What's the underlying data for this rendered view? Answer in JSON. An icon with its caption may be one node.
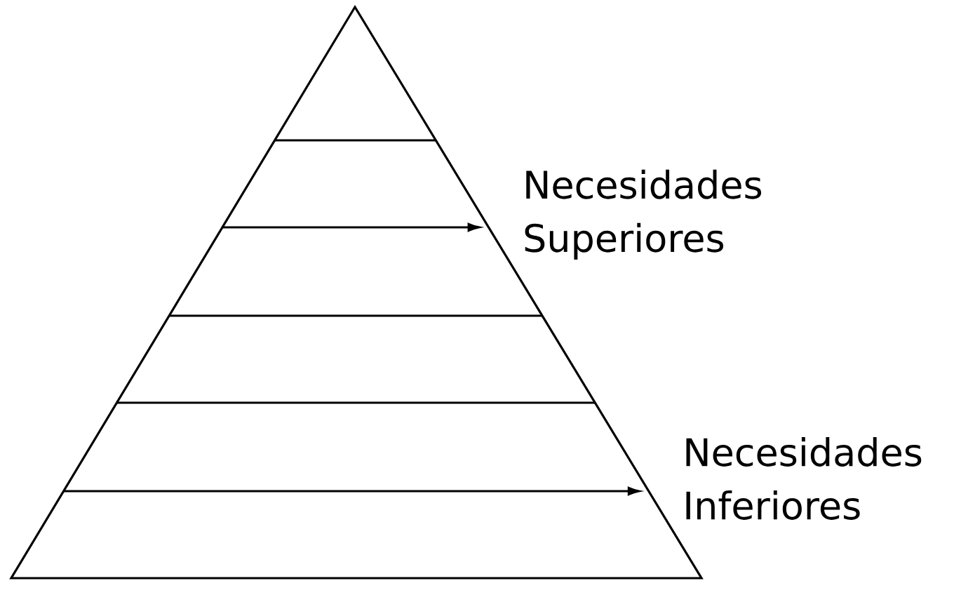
{
  "diagram": {
    "nodes": [
      {
        "text": [
          "Necesidades Superiores"
        ]
      },
      {
        "text": [
          "Necesidades Inferiores"
        ]
      }
    ],
    "edges": [
      {
        "from": null,
        "to": 0,
        "arrow": "to"
      },
      {
        "from": null,
        "to": 1,
        "arrow": "to"
      }
    ]
  }
}
